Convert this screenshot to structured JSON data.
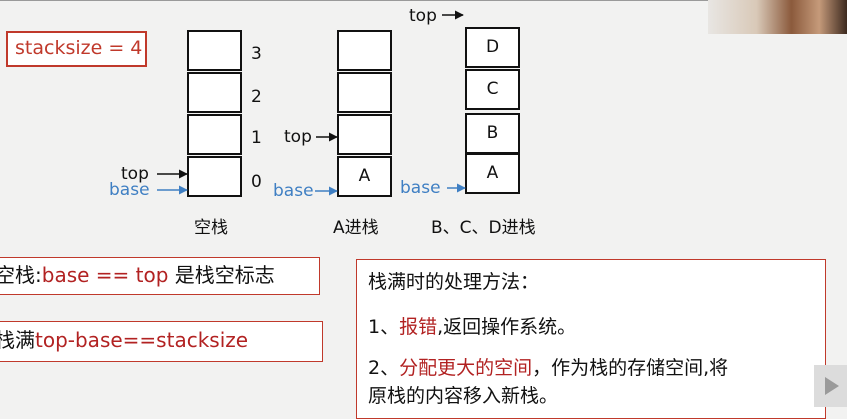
{
  "stacksize_label": "stacksize = 4",
  "indices": [
    "3",
    "2",
    "1",
    "0"
  ],
  "pointer_labels": {
    "top": "top",
    "base": "base"
  },
  "stacks": [
    {
      "cells": [
        "",
        "",
        "",
        ""
      ],
      "caption": "空栈"
    },
    {
      "cells": [
        "",
        "",
        "",
        "A"
      ],
      "caption": "A进栈"
    },
    {
      "cells": [
        "D",
        "C",
        "B",
        "A"
      ],
      "caption": "B、C、D进栈"
    }
  ],
  "notes": {
    "empty_prefix": "空栈:",
    "empty_condition": "base == top",
    "empty_suffix": " 是栈空标志",
    "full_prefix": "栈满",
    "full_condition": "top-base==stacksize"
  },
  "overflow_panel": {
    "title": "栈满时的处理方法：",
    "item1_prefix": "1、",
    "item1_highlight": "报错",
    "item1_rest": ",返回操作系统。",
    "item2_prefix": "2、",
    "item2_highlight": "分配更大的空间",
    "item2_rest": "，作为栈的存储空间,将",
    "item2_line2": "原栈的内容移入新栈。"
  },
  "colors": {
    "red": "#c0392b",
    "blue": "#3f7fc3"
  },
  "icons": [
    "play-icon"
  ]
}
